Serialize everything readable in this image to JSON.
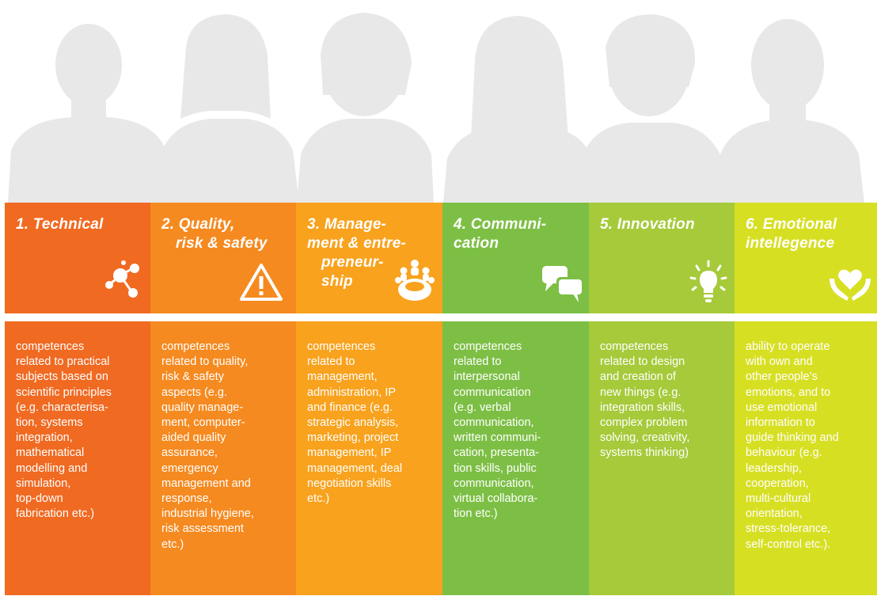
{
  "colors": {
    "technical": "#f06a22",
    "quality": "#f58a20",
    "management": "#f8a21d",
    "communication": "#7dbf45",
    "innovation": "#a6ca3a",
    "emotional": "#d7df23",
    "silhouette": "#e8e8e8"
  },
  "columns": [
    {
      "title": [
        "1. Technical"
      ],
      "icon": "molecule-icon",
      "description": [
        "competences",
        "related to practical",
        "subjects based on",
        "scientific principles",
        "(e.g. characterisa-",
        "tion, systems",
        "integration,",
        "mathematical",
        "modelling and",
        "simulation,",
        "top-down",
        "fabrication etc.)"
      ]
    },
    {
      "title": [
        "2. Quality,",
        "risk & safety"
      ],
      "icon": "warning-triangle-icon",
      "description": [
        "competences",
        "related to quality,",
        "risk & safety",
        "aspects (e.g.",
        "quality manage-",
        "ment, computer-",
        "aided quality",
        "assurance,",
        "emergency",
        "management and",
        "response,",
        "industrial hygiene,",
        "risk assessment",
        "etc.)"
      ]
    },
    {
      "title": [
        "3. Manage-",
        "ment & entre-",
        "preneur-",
        "ship"
      ],
      "icon": "team-meeting-icon",
      "description": [
        "competences",
        "related to",
        "management,",
        "administration, IP",
        "and finance (e.g.",
        "strategic analysis,",
        "marketing, project",
        "management, IP",
        "management, deal",
        "negotiation skills",
        "etc.)"
      ]
    },
    {
      "title": [
        "4. Communi-",
        "cation"
      ],
      "icon": "speech-bubbles-icon",
      "description": [
        "competences",
        "related to",
        "interpersonal",
        "communication",
        "(e.g. verbal",
        "communication,",
        "written communi-",
        "cation, presenta-",
        "tion skills, public",
        "communication,",
        "virtual collabora-",
        "tion etc.)"
      ]
    },
    {
      "title": [
        "5. Innovation"
      ],
      "icon": "lightbulb-icon",
      "description": [
        "competences",
        "related to design",
        "and creation of",
        "new things (e.g.",
        "integration skills,",
        "complex problem",
        "solving, creativity,",
        "systems thinking)"
      ]
    },
    {
      "title": [
        "6. Emotional",
        "intellegence"
      ],
      "icon": "heart-in-hands-icon",
      "description": [
        "ability to operate",
        "with own and",
        "other people’s",
        "emotions, and to",
        "use emotional",
        "information to",
        "guide thinking and",
        "behaviour (e.g.",
        "leadership,",
        "cooperation,",
        "multi-cultural",
        "orientation,",
        "stress-tolerance,",
        "self-control etc.)."
      ]
    }
  ]
}
